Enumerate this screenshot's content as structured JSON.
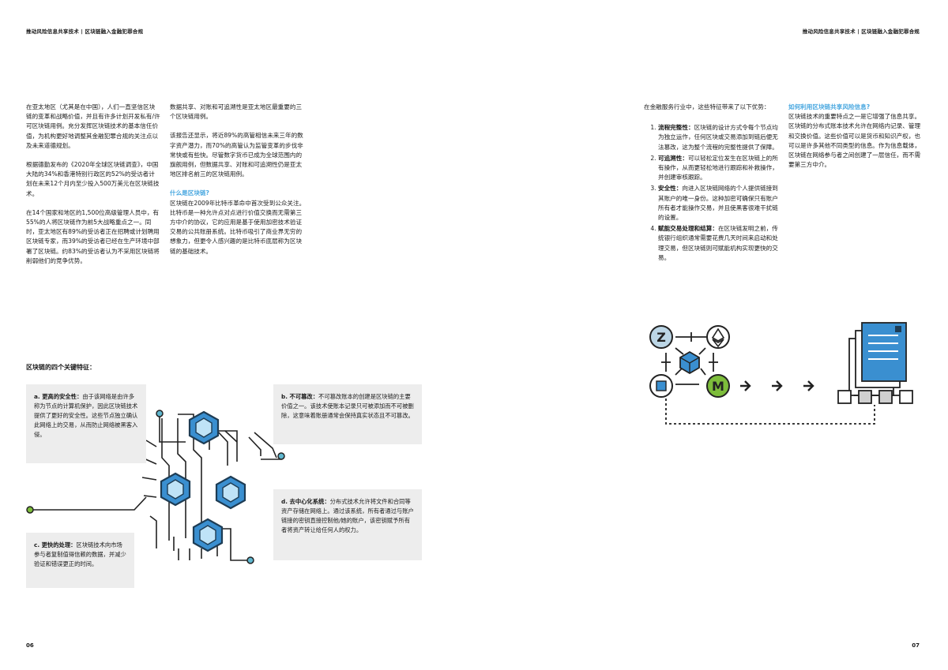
{
  "header": {
    "left": "推动风险信息共享技术 | 区块链融入金融犯罪合规",
    "right": "推动风险信息共享技术 | 区块链融入金融犯罪合规"
  },
  "left_page": {
    "col1": [
      "在亚太地区（尤其是在中国），人们一直坚信区块链的变革和战略价值，并且有许多计划开发私有/许可区块链用例。充分发挥区块链技术的基本信任价值，为机构更好地调整其金融犯罪合规的关注点以及未来道德规划。",
      "根据德勤发布的《2020年全球区块链调查》，中国大陆的34%和香港特别行政区的52%的受访者计划在未来12个月内至少投入500万美元在区块链技术。",
      "在14个国家和地区的1,500位高级管理人员中，有55%的人将区块链作为前5大战略重点之一。同时，亚太地区有89%的受访者正在招聘或计划聘用区块链专家，而39%的受访者已经在生产环境中部署了区块链。约83%的受访者认为不采用区块链将削弱他们的竞争优势。"
    ],
    "col2": [
      "数据共享、对账和可追溯性是亚太地区最重要的三个区块链用例。",
      "该报告还显示，将近89%的高管相信未来三年的数字资产潜力，而70%的高管认为监管变革的步伐非常快或有些快。尽管数字货币已成为全球范围内的旗舰用例，但数据共享、对账和可追溯性仍是亚太地区排名前三的区块链用例。"
    ],
    "col2_heading": "什么是区块链?",
    "col2_after": "区块链在2009年比特币革命中首次受到公众关注。比特币是一种允许点对点进行价值交换而无需第三方中介的协议，它的应用是基于使用加密技术验证交易的公共账册系统。比特币吸引了商业界无穷的想象力，但更令人感兴趣的是比特币底层称为区块链的基础技术。",
    "section_title": "区块链的四个关键特征：",
    "box_a": {
      "label": "a. 更高的安全性：",
      "text": "由于该网络是由许多称为节点的计算机保护，因此区块链技术提供了更好的安全性。这些节点独立确认此网络上的交易，从而防止网络被黑客入侵。"
    },
    "box_b": {
      "label": "b. 不可篡改：",
      "text": "不可篡改账本的创建是区块链的主要价值之一。该技术使账本记录只可被添加而不可被删除，这意味着账册通常会保持真实状态且不可篡改。"
    },
    "box_c": {
      "label": "c. 更快的处理：",
      "text": "区块链技术向市场参与者复制值得信赖的数据，并减少验证和错误更正的时间。"
    },
    "box_d": {
      "label": "d. 去中心化系统：",
      "text": "分布式技术允许将文件和合同等资产存储在网络上。通过该系统，所有者通过与账户链接的密钥直接控制他/她的账户，该密钥赋予所有者将资产转让给任何人的权力。"
    },
    "page_number": "06"
  },
  "right_page": {
    "intro": "在金融服务行业中，这些特征带来了以下优势：",
    "features": [
      {
        "label": "流程完整性：",
        "text": "区块链的设计方式令每个节点均为独立运作，任何区块或交易添加到链后便无法篡改，这为整个流程的完整性提供了保障。"
      },
      {
        "label": "可追溯性：",
        "text": "可以轻松定位发生在区块链上的所有操作，从而更轻松地进行跟踪和补救操作，并创建审核跟踪。"
      },
      {
        "label": "安全性：",
        "text": "向进入区块链网络的个人提供链接到其账户的唯一身份。这种加密可确保只有账户所有者才能操作交易，并且使黑客很难干扰链的设置。"
      },
      {
        "label": "赋能交易处理和结算：",
        "text": "在区块链发明之前，传统银行组织通常需要花费几天时间来启动和处理交易，但区块链则可赋能机构实现更快的交易。"
      }
    ],
    "side_heading": "如何利用区块链共享风险信息?",
    "side_text": "区块链技术的重要特点之一是它增强了信息共享。区块链的分布式账本技术允许在网络内记录、管理和交换价值。这些价值可以是货币和知识产权，也可以是许多其他不同类型的信息。作为信息载体，区块链在网络参与者之间创建了一层信任，而不需要第三方中介。",
    "diagram": {
      "coin_z": "Z",
      "coin_m": "M"
    },
    "page_number": "07"
  },
  "colors": {
    "accent_blue": "#4aa8e0",
    "box_gray": "#ededed",
    "green": "#7dbd3b"
  }
}
